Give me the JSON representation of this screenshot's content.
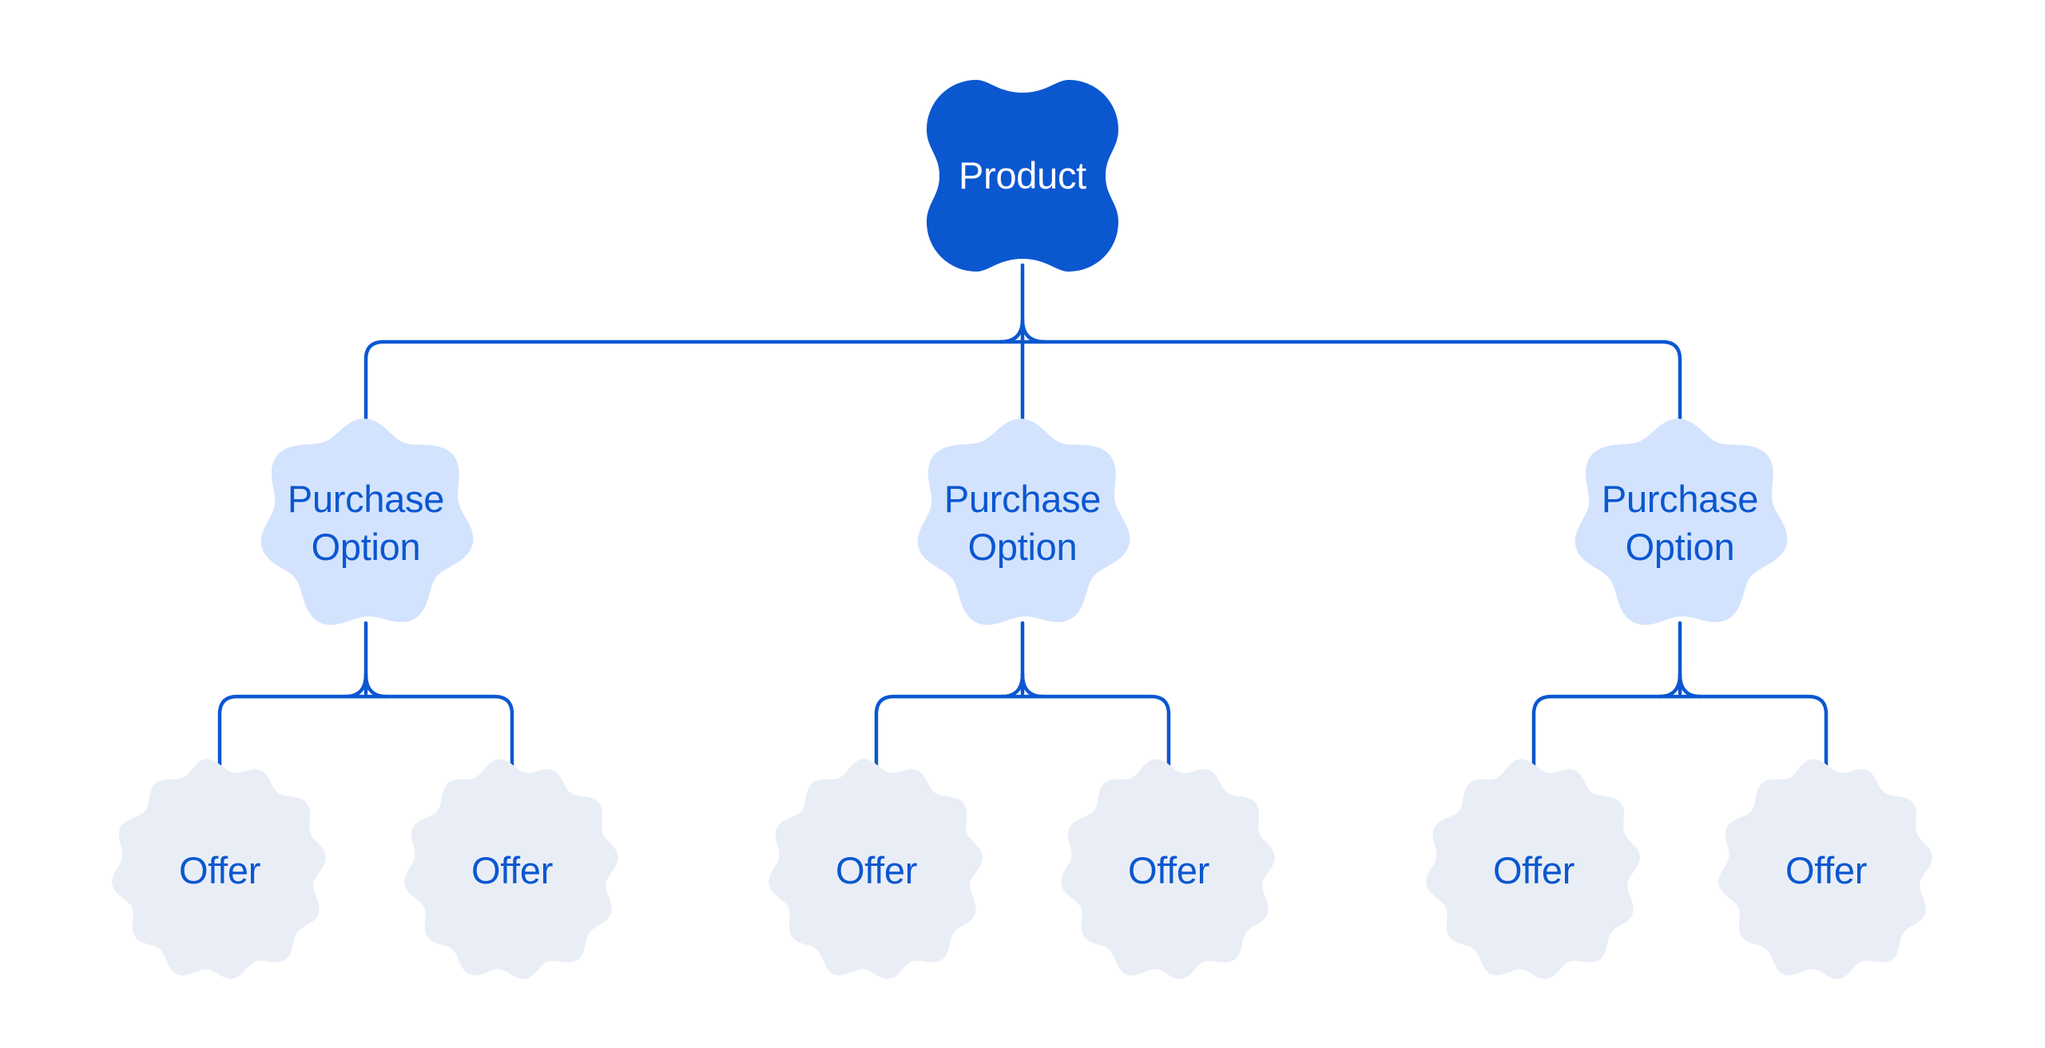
{
  "palette": {
    "background": "#ffffff",
    "node_dark": "#0b57d0",
    "node_light": "#d3e3fd",
    "node_pale": "#e9eef6",
    "connector": "#0b57d0",
    "text_on_dark": "#ffffff",
    "text_blue": "#0b57d0"
  },
  "diagram": {
    "root": {
      "label": "Product"
    },
    "purchase_options": [
      {
        "label_line1": "Purchase",
        "label_line2": "Option"
      },
      {
        "label_line1": "Purchase",
        "label_line2": "Option"
      },
      {
        "label_line1": "Purchase",
        "label_line2": "Option"
      }
    ],
    "offers": [
      {
        "label": "Offer"
      },
      {
        "label": "Offer"
      },
      {
        "label": "Offer"
      },
      {
        "label": "Offer"
      },
      {
        "label": "Offer"
      },
      {
        "label": "Offer"
      }
    ]
  }
}
